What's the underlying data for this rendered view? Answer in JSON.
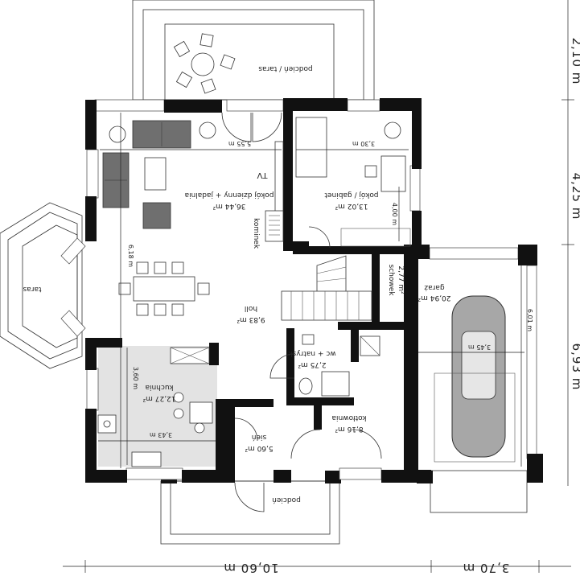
{
  "rooms": {
    "terrace_top": "podcień / taras",
    "living": {
      "name": "pokój dzienny + jadalnia",
      "area": "36,44 m²"
    },
    "office": {
      "name": "pokój / gabinet",
      "area": "13,02 m²"
    },
    "storage": {
      "name": "schowek",
      "area": "2,77 m²"
    },
    "garage": {
      "name": "garaż",
      "area": "20,94 m²"
    },
    "hall": {
      "name": "holl",
      "area": "9,83 m²"
    },
    "wc": {
      "name": "wc + natrysk",
      "area": "2,75 m²"
    },
    "kitchen": {
      "name": "kuchnia",
      "area": "12,27 m²"
    },
    "boiler": {
      "name": "kotłownia",
      "area": "8,16 m²"
    },
    "vestibule": {
      "name": "sień",
      "area": "5,60 m²"
    },
    "porch": "podcień",
    "terrace_left": "taras",
    "kominek": "kominek",
    "tv": "TV"
  },
  "dimensions": {
    "living_width": "5,55 m",
    "office_width": "3,30 m",
    "office_depth": "4,00 m",
    "living_depth": "6,18 m",
    "garage_width": "3,45 m",
    "garage_depth": "6,01 m",
    "kitchen_width": "3,43 m",
    "kitchen_depth": "3,60 m",
    "total_width_left": "10,60 m",
    "total_width_right": "3,70 m",
    "right_top": "2,10 m",
    "right_mid": "4,25 m",
    "right_bottom": "6,93 m"
  }
}
